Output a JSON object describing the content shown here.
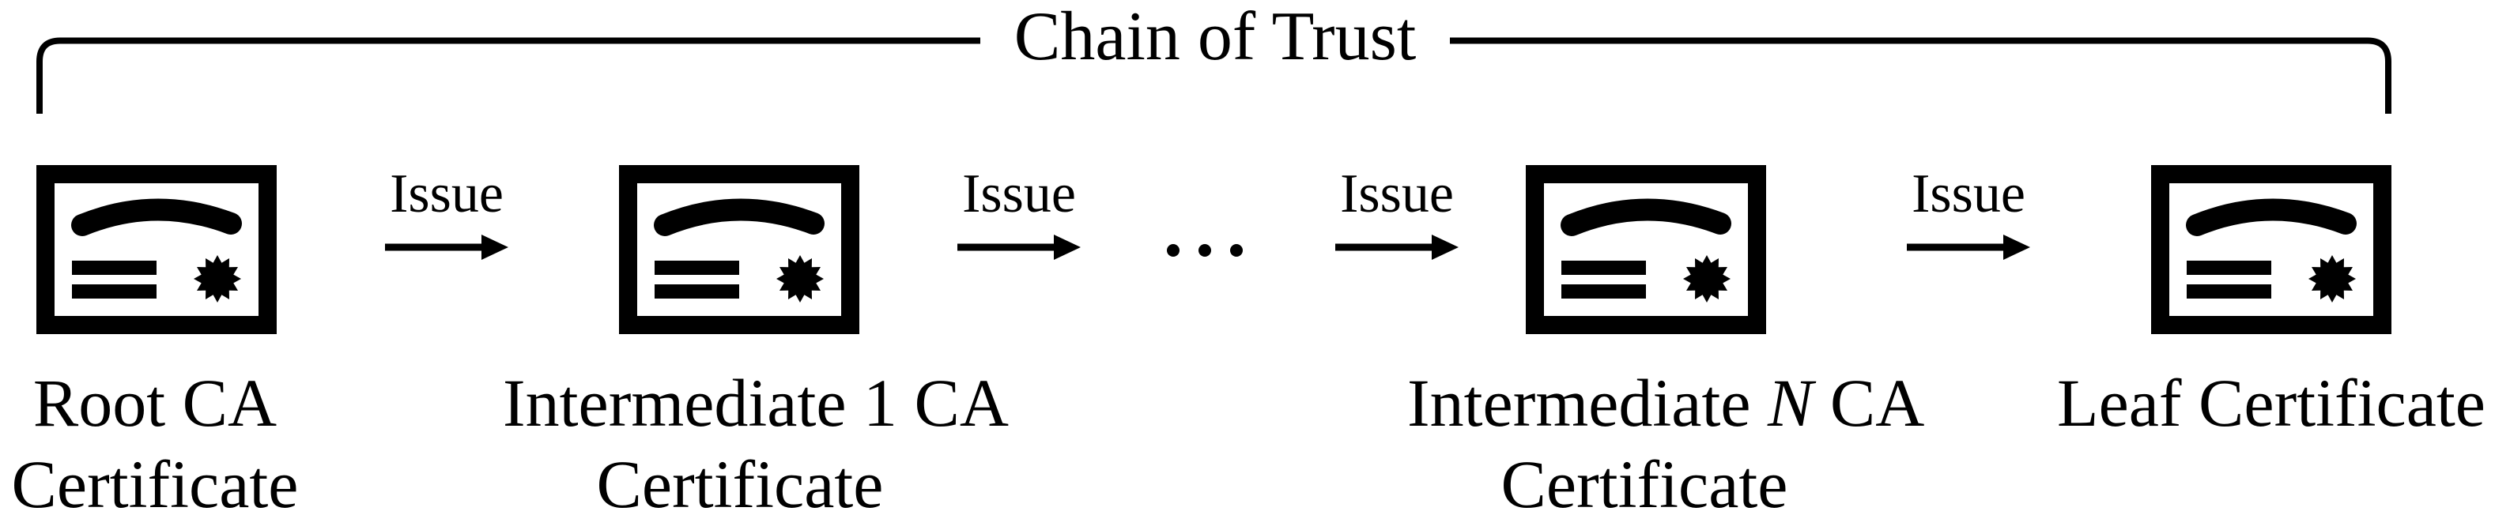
{
  "figure": {
    "title": "Chain of Trust",
    "nodes": [
      {
        "line1_prefix": "Root CA",
        "line1_var": "",
        "line1_suffix": "",
        "line2": "Certificate"
      },
      {
        "line1_prefix": "Intermediate ",
        "line1_var": "1",
        "line1_suffix": " CA",
        "line2": "Certificate"
      },
      {
        "line1_prefix": "Intermediate ",
        "line1_var": "N",
        "line1_suffix": " CA",
        "line2": "Certificate"
      },
      {
        "line1_prefix": "Leaf Certificate",
        "line1_var": "",
        "line1_suffix": "",
        "line2": ""
      }
    ],
    "edges": [
      {
        "label": "Issue"
      },
      {
        "label": "Issue"
      },
      {
        "label": "Issue"
      },
      {
        "label": "Issue"
      }
    ],
    "ellipsis": "• • •",
    "icons": {
      "certificate-icon": "framed certificate with ribbon banner, text lines and rosette seal",
      "arrow-right-icon": "solid right-pointing arrow",
      "chain-bracket": "square top brace spanning the whole chain"
    },
    "colors": {
      "foreground": "#000000",
      "background": "#ffffff"
    }
  }
}
